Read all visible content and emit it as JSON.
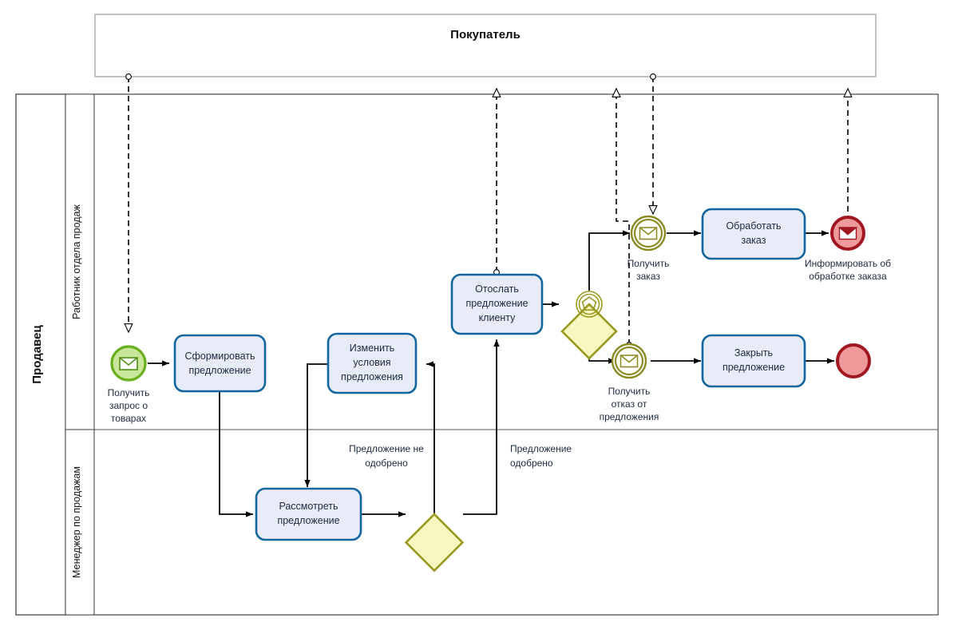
{
  "diagram": {
    "type": "bpmn-collaboration",
    "pools": [
      {
        "id": "buyer",
        "name": "Покупатель",
        "lanes": []
      },
      {
        "id": "seller",
        "name": "Продавец",
        "lanes": [
          {
            "id": "clerk",
            "name": "Работник отдела продаж"
          },
          {
            "id": "manager",
            "name": "Менеджер по продажам"
          }
        ]
      }
    ],
    "events": [
      {
        "id": "ev-start",
        "kind": "start-message",
        "label": "Получить\nзапрос о\nтоварах",
        "line1": "Получить",
        "line2": "запрос о",
        "line3": "товарах",
        "color": "#6aaf1e"
      },
      {
        "id": "ev-get-order",
        "kind": "intermediate-message-catch",
        "label": "Получить\nзаказ",
        "line1": "Получить",
        "line2": "заказ",
        "color": "#8f8a23"
      },
      {
        "id": "ev-get-reject",
        "kind": "intermediate-message-catch",
        "label": "Получить\nотказ от\nпредложения",
        "line1": "Получить",
        "line2": "отказ от",
        "line3": "предложения",
        "color": "#8f8a23"
      },
      {
        "id": "ev-end-inform",
        "kind": "end-message",
        "label": "Информировать об\nобработке заказа",
        "line1": "Информировать об",
        "line2": "обработке заказа",
        "color": "#a01722"
      },
      {
        "id": "ev-end-plain",
        "kind": "end-none",
        "label": "",
        "color": "#a01722"
      }
    ],
    "tasks": [
      {
        "id": "t-create",
        "line1": "Сформировать",
        "line2": "предложение"
      },
      {
        "id": "t-change",
        "line1": "Изменить",
        "line2": "условия",
        "line3": "предложения"
      },
      {
        "id": "t-send",
        "line1": "Отослать",
        "line2": "предложение",
        "line3": "клиенту"
      },
      {
        "id": "t-process",
        "line1": "Обработать",
        "line2": "заказ"
      },
      {
        "id": "t-close",
        "line1": "Закрыть",
        "line2": "предложение"
      },
      {
        "id": "t-review",
        "line1": "Рассмотреть",
        "line2": "предложение"
      }
    ],
    "gateways": [
      {
        "id": "gw-event",
        "kind": "event-based",
        "label": ""
      },
      {
        "id": "gw-xor",
        "kind": "exclusive",
        "label": ""
      }
    ],
    "flow_labels": [
      {
        "id": "lbl-not-approved",
        "line1": "Предложение не",
        "line2": "одобрено"
      },
      {
        "id": "lbl-approved",
        "line1": "Предложение",
        "line2": "одобрено"
      }
    ],
    "colors": {
      "task_fill": "#e8ecf9",
      "task_stroke": "#13659e",
      "start_stroke": "#6aaf1e",
      "start_fill": "#c9e79a",
      "catch_stroke": "#8f8a23",
      "catch_fill": "#ffffff",
      "end_stroke": "#a01722",
      "end_fill": "#ef9a9a",
      "gateway_fill": "#f7f7c0",
      "gateway_stroke": "#9a9a1e",
      "pool_stroke": "#9a9a9a",
      "lane_stroke": "#555555",
      "sequence_flow": "#000000",
      "message_flow": "#000000",
      "text": "#1b2a40"
    }
  }
}
